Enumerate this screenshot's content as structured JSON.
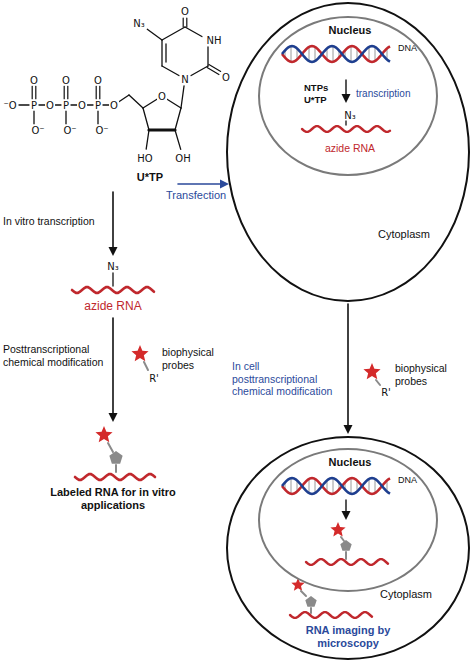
{
  "diagram": {
    "nodes": [
      {
        "text": [
          "Cytoplasm"
        ]
      },
      {
        "text": [
          "Nucleus",
          "DNA",
          "NTPs",
          "U*TP",
          "transcription",
          "N₃",
          "azide RNA"
        ],
        "in": 0
      },
      {
        "text": [
          "Cytoplasm",
          "RNA imaging by microscopy"
        ]
      },
      {
        "text": [
          "Nucleus",
          "DNA"
        ],
        "in": 2
      }
    ],
    "edges": [
      {
        "from": 0,
        "to": 2,
        "arrow": "to"
      }
    ],
    "labels": [
      "⁻O",
      "P",
      "O",
      "P",
      "O",
      "P",
      "O",
      "O",
      "O",
      "O",
      "O⁻",
      "O⁻",
      "O⁻",
      "O",
      "N",
      "NH",
      "O",
      "O",
      "N₃",
      "HO",
      "OH",
      "U*TP",
      "Transfection",
      "In vitro transcription",
      "N₃",
      "azide RNA",
      "Posttranscriptional chemical modification",
      "R'",
      "biophysical probes",
      "Labeled RNA for in vitro applications",
      "In cell posttranscriptional chemical modification",
      "R'",
      "biophysical probes"
    ]
  }
}
